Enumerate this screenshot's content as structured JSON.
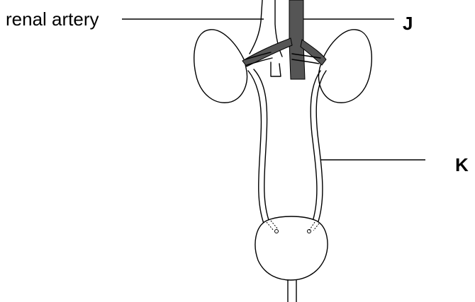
{
  "labels": {
    "renal_artery": "renal artery",
    "j": "J",
    "k": "K"
  },
  "colors": {
    "vessel_dark": "#555555",
    "vessel_mid": "#777777",
    "line": "#000000",
    "background": "#ffffff"
  }
}
